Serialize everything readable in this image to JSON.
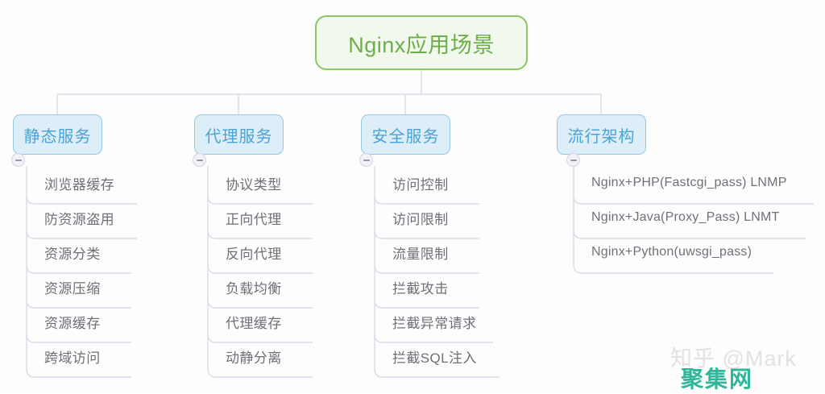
{
  "diagram": {
    "type": "mindmap",
    "root": {
      "label": "Nginx应用场景",
      "fill": "#f1f9ec",
      "border": "#8cc765",
      "text": "#6cae4b"
    },
    "branch_style": {
      "fill": "#ddeef9",
      "border": "#93c7e3",
      "text": "#4aa3d8"
    },
    "leaf_style": {
      "text": "#6f6f78",
      "connector": "#ded9e8"
    },
    "toggle_icon": "minus-circle-icon",
    "branches": [
      {
        "label": "静态服务",
        "leaves": [
          "浏览器缓存",
          "防资源盗用",
          "资源分类",
          "资源压缩",
          "资源缓存",
          "跨域访问"
        ]
      },
      {
        "label": "代理服务",
        "leaves": [
          "协议类型",
          "正向代理",
          "反向代理",
          "负载均衡",
          "代理缓存",
          "动静分离"
        ]
      },
      {
        "label": "安全服务",
        "leaves": [
          "访问控制",
          "访问限制",
          "流量限制",
          "拦截攻击",
          "拦截异常请求",
          "拦截SQL注入"
        ]
      },
      {
        "label": "流行架构",
        "leaves": [
          "Nginx+PHP(Fastcgi_pass) LNMP",
          "Nginx+Java(Proxy_Pass) LNMT",
          "Nginx+Python(uwsgi_pass)"
        ]
      }
    ]
  },
  "watermarks": {
    "zhihu": "知乎 @Mark",
    "site": "聚集网"
  }
}
